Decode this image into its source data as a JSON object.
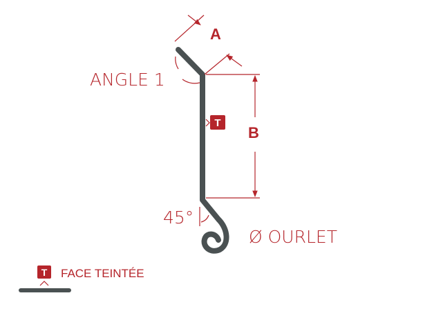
{
  "diagram": {
    "dimension_a": "A",
    "dimension_b": "B",
    "angle_label": "ANGLE 1",
    "hem_angle_label": "45°",
    "hem_label": "Ø OURLET",
    "face_marker": "T",
    "legend_marker": "T",
    "legend_label": "FACE TEINTÉE"
  },
  "colors": {
    "accent": "#b5252b",
    "profile": "#4a5152"
  }
}
